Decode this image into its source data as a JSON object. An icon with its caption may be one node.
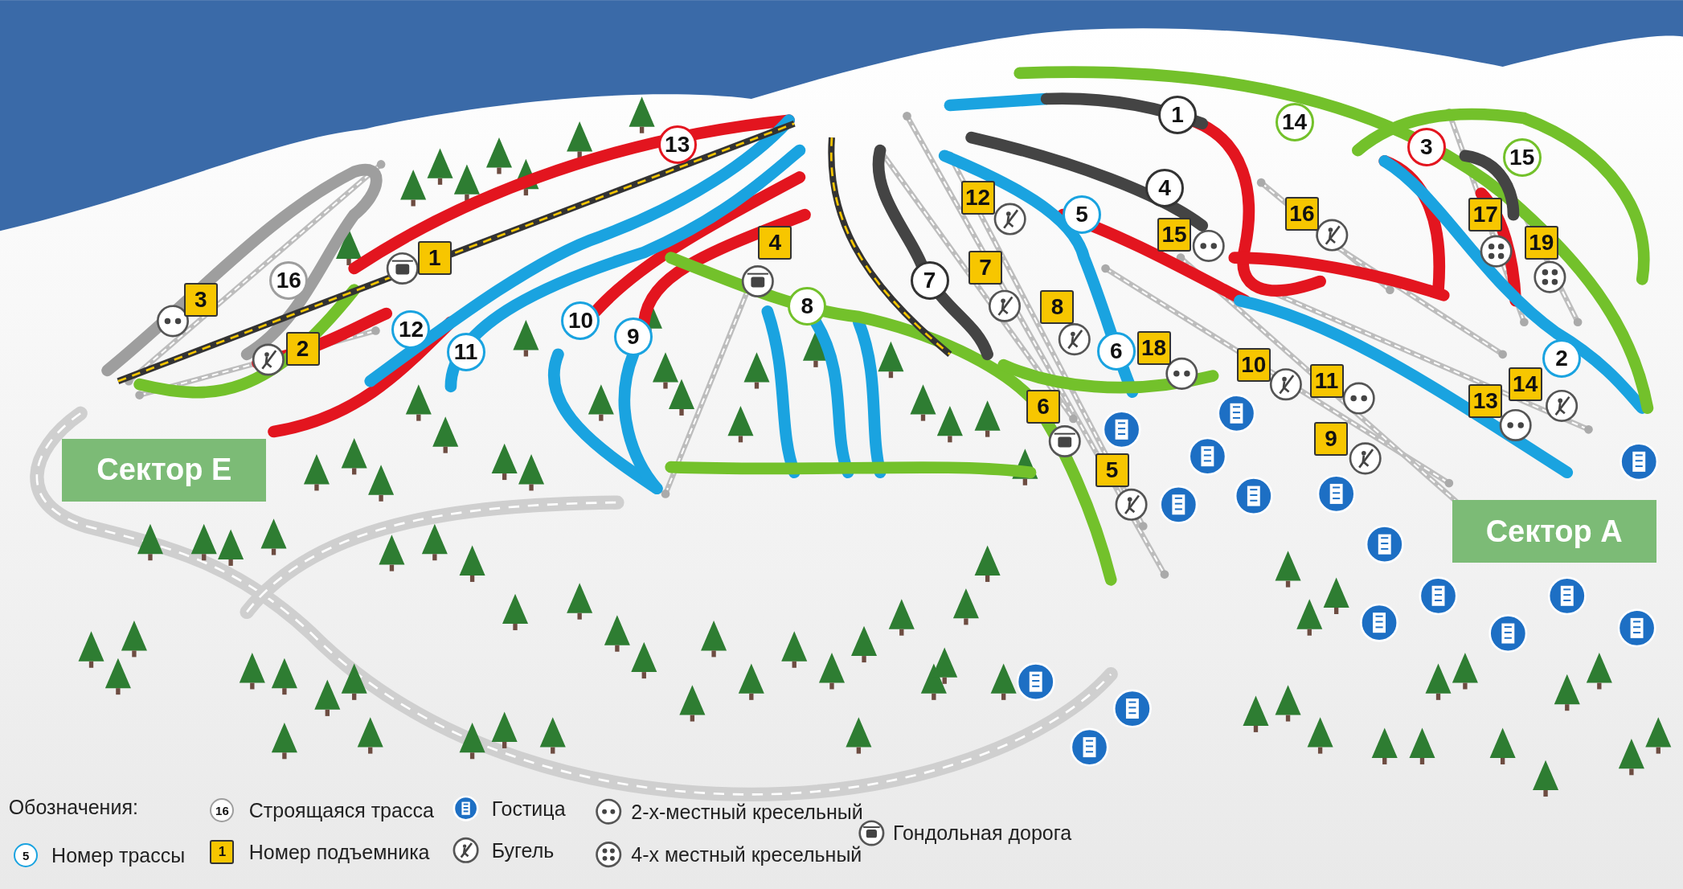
{
  "diagram": {
    "labels": [
      "1",
      "14",
      "13",
      "3",
      "15",
      "4",
      "12",
      "16",
      "17",
      "5",
      "15",
      "4",
      "19",
      "1",
      "7",
      "16",
      "7",
      "3",
      "8",
      "8",
      "10",
      "12",
      "9",
      "18",
      "2",
      "6",
      "11",
      "2",
      "10",
      "11",
      "14",
      "13",
      "6",
      "9",
      "Сектор E",
      "5",
      "Сектор A",
      "Обозначения:",
      "16",
      "5",
      "1"
    ],
    "legend": [
      {
        "text": "Строящаяся трасса"
      },
      {
        "text": "Гостица"
      },
      {
        "text": "2-х-местный кресельный"
      },
      {
        "text": "Гондольная дорога"
      },
      {
        "text": "Номер трассы"
      },
      {
        "text": "Номер подъемника"
      },
      {
        "text": "Бугель"
      },
      {
        "text": "4-х местный кресельный"
      }
    ]
  }
}
